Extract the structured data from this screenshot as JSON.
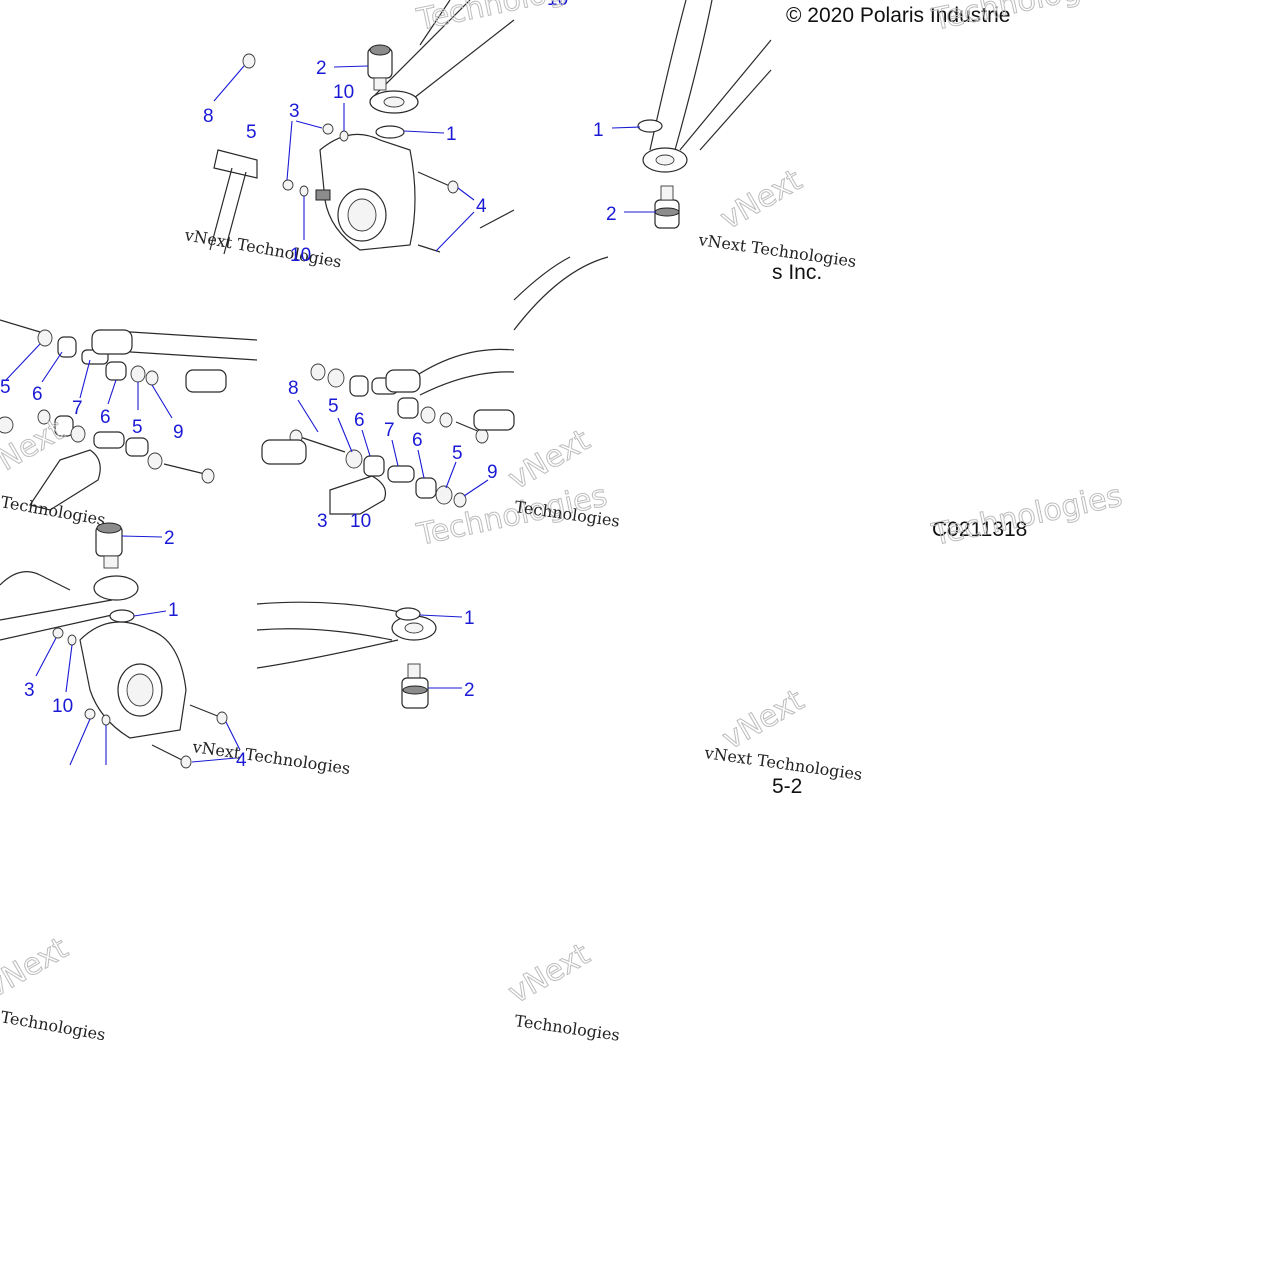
{
  "copyright": "© 2020 Polaris Industrie",
  "copyright_tail": "s Inc.",
  "diagram_code": "C0211318",
  "page_ref": "5-2",
  "watermark": {
    "line1": "vNext Technologies",
    "line2": "vNext",
    "line3": "Technologies"
  },
  "callouts": {
    "c1": "1",
    "c2": "2",
    "c3": "3",
    "c4": "4",
    "c5": "5",
    "c6": "6",
    "c7": "7",
    "c8": "8",
    "c9": "9",
    "c10": "10"
  },
  "colors": {
    "callout": "#1a1ad6",
    "outline": "#2a2a2a"
  }
}
